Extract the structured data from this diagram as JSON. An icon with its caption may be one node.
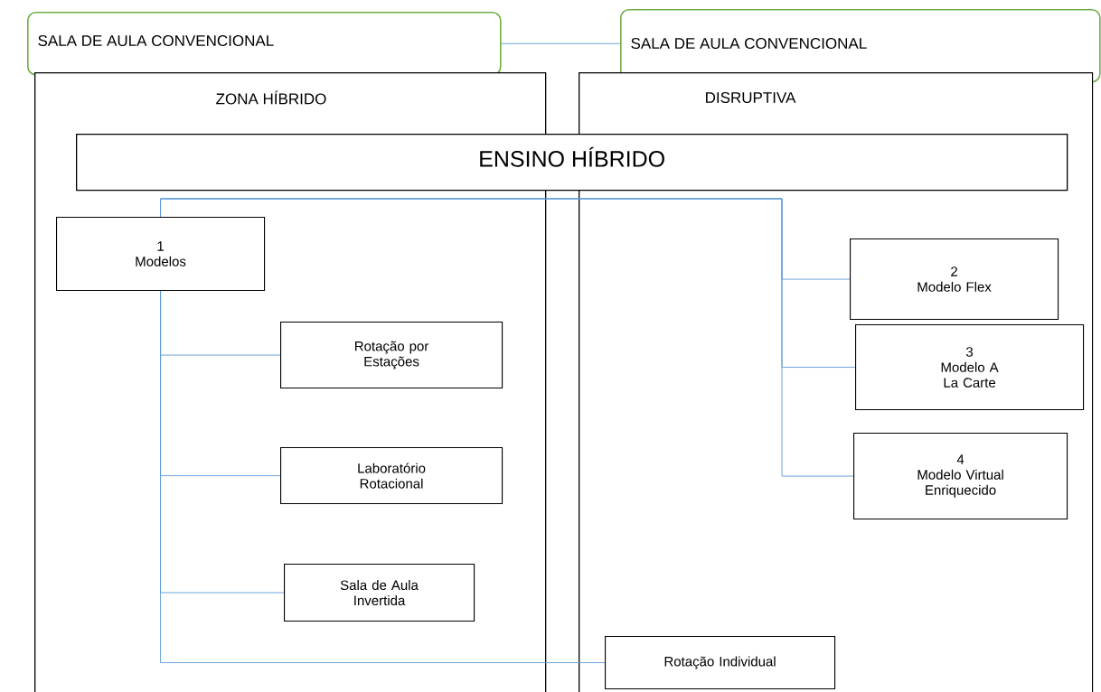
{
  "diagram": {
    "nodes": [
      {
        "text": [
          "SALA DE AULA CONVENCIONAL"
        ]
      },
      {
        "text": [
          "SALA DE AULA CONVENCIONAL"
        ]
      },
      {
        "text": [
          "ZONA HÍBRIDO"
        ]
      },
      {
        "text": [
          "DISRUPTIVA"
        ]
      },
      {
        "text": [
          "ENSINO   HÍBRIDO"
        ]
      },
      {
        "text": [
          "1",
          "Modelos"
        ],
        "in": 2
      },
      {
        "text": [
          "Rotação por Estações"
        ],
        "in": 2
      },
      {
        "text": [
          "Laboratório Rotacional"
        ],
        "in": 2
      },
      {
        "text": [
          "Sala de Aula Invertida"
        ],
        "in": 2
      },
      {
        "text": [
          "2",
          "Modelo Flex"
        ],
        "in": 3
      },
      {
        "text": [
          "3",
          "Modelo A La Carte"
        ],
        "in": 3
      },
      {
        "text": [
          "4",
          "Modelo Virtual Enriquecido"
        ],
        "in": 3
      },
      {
        "text": [
          "Rotação Individual"
        ],
        "in": 3
      }
    ],
    "edges": [
      {
        "from": 0,
        "to": 1,
        "arrow": "none"
      },
      {
        "from": 5,
        "to": 9,
        "arrow": "none"
      },
      {
        "from": 5,
        "to": 10,
        "arrow": "none"
      },
      {
        "from": 5,
        "to": 11,
        "arrow": "none"
      },
      {
        "from": 5,
        "to": 6,
        "arrow": "none"
      },
      {
        "from": 5,
        "to": 7,
        "arrow": "none"
      },
      {
        "from": 5,
        "to": 8,
        "arrow": "none"
      },
      {
        "from": 5,
        "to": 12,
        "arrow": "none"
      }
    ]
  }
}
